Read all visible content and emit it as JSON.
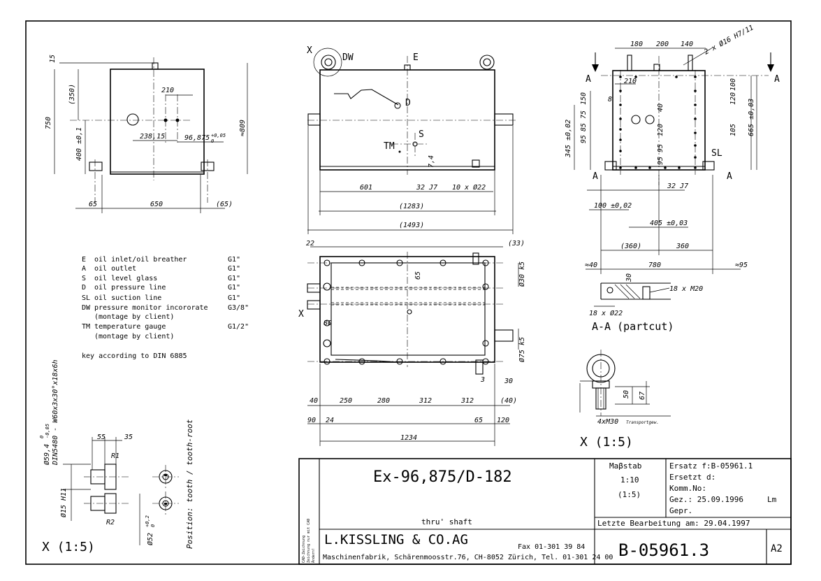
{
  "views": {
    "left": {
      "dims": [
        "15",
        "(350)",
        "210",
        "750",
        "400 ±0,1",
        "238,15",
        "96,875",
        "+0,05",
        "0",
        "≈809",
        "65",
        "650",
        "(65)"
      ]
    },
    "center_top": {
      "labels": [
        "X",
        "DW",
        "E",
        "D",
        "S",
        "TM"
      ],
      "dims": [
        "7,4",
        "601",
        "32 J7",
        "10 x Ø22",
        "(1283)",
        "(1493)"
      ]
    },
    "center_bottom": {
      "labels": [
        "X",
        "X"
      ],
      "dims": [
        "22",
        "(33)",
        "65",
        "Ø30 k5",
        "80",
        "Ø75 k5",
        "30",
        "3",
        "40",
        "250",
        "280",
        "312",
        "312",
        "(40)",
        "90",
        "24",
        "65",
        "120",
        "1234"
      ]
    },
    "right": {
      "labels": [
        "A",
        "A",
        "A",
        "A",
        "SL"
      ],
      "dims": [
        "180",
        "200",
        "140",
        "2 x Ø16 H7/11",
        "210",
        "100",
        "8",
        "120",
        "150",
        "40",
        "75",
        "105",
        "665 ±0,03",
        "85",
        "120",
        "345 ±0,02",
        "95",
        "95",
        "95",
        "32 J7",
        "100 ±0,02",
        "405 ±0,03",
        "(360)",
        "360",
        "≈40",
        "780",
        "≈95",
        "30",
        "18 x M20",
        "18 x Ø22"
      ],
      "section_title": "A-A  (partcut)"
    },
    "eyebolt": {
      "dims": [
        "50",
        "67",
        "4xM30"
      ],
      "note": "Transportgew.",
      "title": "X (1:5)"
    },
    "key": {
      "dims": [
        "55",
        "35",
        "R1",
        "Ø59,4",
        "0",
        "-0,05",
        "DIN5480 - W60x3x30°x18x6h",
        "Ø15 H11",
        "R2",
        "Ø52",
        "+0,2",
        "0"
      ],
      "position_note": "Position: tooth / tooth-root",
      "title": "X (1:5)"
    }
  },
  "legend": {
    "items": [
      {
        "code": "E",
        "desc": "oil inlet/oil breather",
        "size": "G1\""
      },
      {
        "code": "A",
        "desc": "oil outlet",
        "size": "G1\""
      },
      {
        "code": "S",
        "desc": "oil level glass",
        "size": "G1\""
      },
      {
        "code": "D",
        "desc": "oil pressure line",
        "size": "G1\""
      },
      {
        "code": "SL",
        "desc": "oil suction line",
        "size": "G1\""
      },
      {
        "code": "DW",
        "desc": "pressure monitor incororate",
        "size": "G3/8\""
      },
      {
        "code": "",
        "desc": "(montage by client)",
        "size": ""
      },
      {
        "code": "TM",
        "desc": "temperature gauge",
        "size": "G1/2\""
      },
      {
        "code": "",
        "desc": "(montage by client)",
        "size": ""
      }
    ],
    "key_note": "key according to DIN 6885"
  },
  "title_block": {
    "drawing_title": "Ex-96,875/D-182",
    "subtitle": "thru' shaft",
    "scale_label": "Maβstab",
    "scale_1": "1:10",
    "scale_2": "(1:5)",
    "replace_for": "Ersatz  f:B-05961.1",
    "replaced_by": "Ersetzt d:",
    "comm_no": "Komm.No:",
    "drawn": "Gez.: 25.09.1996",
    "drawn_by": "Lm",
    "checked": "Gepr.",
    "last_edit": "Letzte Bearbeitung am:  29.04.1997",
    "company": "L.KISSLING & CO.AG",
    "fax": "Fax  01-301 39 84",
    "address": "Maschinenfabrik, Schärenmoosstr.76, CH-8052 Zürich, Tel. 01-301 24 00",
    "drawing_no": "B-05961.3",
    "sheet_size": "A2",
    "cad_note_1": "CAD-Zeichnung",
    "cad_note_2": "Zeichnung nur mit CAD",
    "cad_note_3": "Ändern!"
  }
}
